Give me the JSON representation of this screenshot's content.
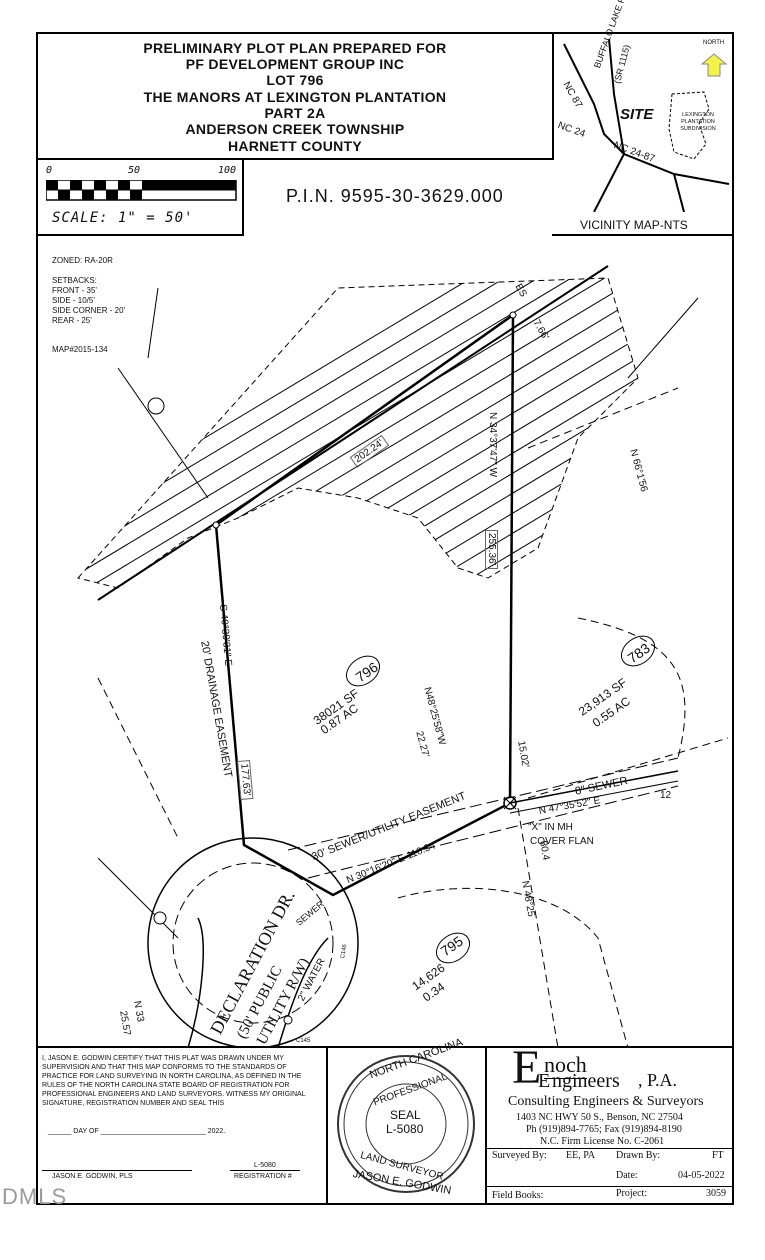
{
  "title": {
    "lines": [
      "PRELIMINARY PLOT PLAN PREPARED FOR",
      "PF DEVELOPMENT GROUP INC",
      "LOT 796",
      "THE MANORS AT LEXINGTON PLANTATION",
      "PART 2A",
      "ANDERSON CREEK TOWNSHIP",
      "HARNETT COUNTY"
    ]
  },
  "vicinity": {
    "north": "NORTH",
    "site": "SITE",
    "subdivision": "LEXINGTON PLANTATION SUBDIVISION",
    "roads": [
      "NC 87",
      "BUFFALO LAKE RD",
      "(SR 1115)",
      "NC 24",
      "NC 24-87"
    ],
    "label": "VICINITY MAP-NTS"
  },
  "scale": {
    "ticks": [
      "0",
      "50",
      "100"
    ],
    "label": "SCALE:  1\"  =  50'"
  },
  "pin": "P.I.N.  9595-30-3629.000",
  "notes": {
    "zoned": "ZONED: RA-20R",
    "setbacks_title": "SETBACKS:",
    "front": "FRONT - 35'",
    "side": "SIDE - 10/5'",
    "side_corner": "SIDE CORNER - 20'",
    "rear": "REAR - 25'",
    "map": "MAP#2015-134"
  },
  "plan": {
    "lot796": "796",
    "lot796_sf": "38021 SF",
    "lot796_ac": "0.87 AC",
    "lot783": "783",
    "lot783_sf": "23,913 SF",
    "lot783_ac": "0.55 AC",
    "lot795": "795",
    "lot795_sf": "14,626",
    "lot795_ac": "0.34",
    "dist_202": "202.24'",
    "brg_north": "N 34°37'47\" W",
    "dist_255": "255.36'",
    "brg_south": "S 40°39'31\" E",
    "dist_177": "177.63'",
    "drainage": "20' DRAINAGE EASEMENT",
    "sewer_easement": "30' SEWER/UTILITY EASEMENT",
    "brg_30": "N 30°16'20\" E  110.34'",
    "brg_48a": "N48°25'58\"W",
    "dist_22": "22.27'",
    "dist_15": "15.02'",
    "sewer8": "8\" SEWER",
    "brg_47": "N 47°35'52\" E",
    "dist_12": "12",
    "mh": "\"X\" IN MH",
    "cover": "COVER FLAN",
    "brg_48b": "N 48°25",
    "dist_80": "80.4",
    "es": "ES",
    "d766": "7.66'",
    "brg_66": "N 66°1'56",
    "street1": "DECLARATION DR.",
    "street2": "(50' PUBLIC",
    "street3": "UTILITY R/W)",
    "water": "2\" WATER",
    "sewer_small": "SEWER",
    "c145": "C145",
    "c146": "C146",
    "n33": "N 33",
    "d25": "25.57"
  },
  "certification": {
    "text": "I, JASON E. GODWIN  CERTIFY THAT THIS PLAT WAS DRAWN UNDER MY SUPERVISION AND THAT THIS MAP CONFORMS TO THE STANDARDS OF PRACTICE FOR LAND SURVEYING IN NORTH CAROLINA, AS DEFINED IN THE RULES OF THE NORTH CAROLINA STATE BOARD OF REGISTRATION FOR PROFESSIONAL ENGINEERS AND LAND SURVEYORS.  WITNESS MY ORIGINAL SIGNATURE, REGISTRATION NUMBER AND SEAL THIS",
    "day_line": "______ DAY OF ___________________________ 2022.",
    "reg_no": "L-5080",
    "name": "JASON E. GODWIN, PLS",
    "reg_label": "REGISTRATION #"
  },
  "seal": {
    "top": "NORTH CAROLINA",
    "mid": "PROFESSIONAL",
    "seal": "SEAL",
    "num": "L-5080",
    "bottom": "LAND SURVEYOR",
    "name": "JASON E. GODWIN"
  },
  "company": {
    "name1": "noch",
    "name2": "ngineers",
    "suffix": ", P.A.",
    "sub": "Consulting Engineers & Surveyors",
    "address": "1403 NC HWY 50 S., Benson, NC 27504",
    "phone": "Ph (919)894-7765; Fax (919)894-8190",
    "license": "N.C. Firm License No. C-2061"
  },
  "info": {
    "surveyed_label": "Surveyed By:",
    "surveyed": "EE, PA",
    "drawn_label": "Drawn By:",
    "drawn": "FT",
    "date_label": "Date:",
    "date": "04-05-2022",
    "field_label": "Field Books:",
    "project_label": "Project:",
    "project": "3059"
  },
  "watermark": "DMLS"
}
